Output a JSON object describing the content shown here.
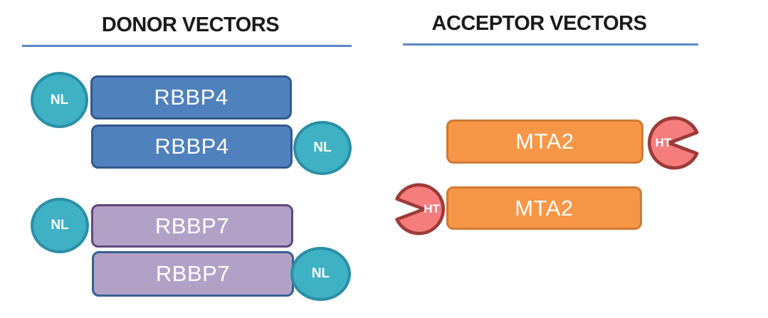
{
  "donor": {
    "title": "DONOR VECTORS",
    "constructs": [
      {
        "gene": "RBBP4",
        "tag": "NL",
        "tag_position": "left"
      },
      {
        "gene": "RBBP4",
        "tag": "NL",
        "tag_position": "right"
      },
      {
        "gene": "RBBP7",
        "tag": "NL",
        "tag_position": "left"
      },
      {
        "gene": "RBBP7",
        "tag": "NL",
        "tag_position": "right"
      }
    ]
  },
  "acceptor": {
    "title": "ACCEPTOR VECTORS",
    "constructs": [
      {
        "gene": "MTA2",
        "tag": "HT",
        "tag_position": "right"
      },
      {
        "gene": "MTA2",
        "tag": "HT",
        "tag_position": "left"
      }
    ]
  },
  "colors": {
    "header_text": "#1a1a1a",
    "header_underline": "#5b87c7",
    "rbbp4_box_fill": "#4f81bd",
    "rbbp4_box_border": "#36598c",
    "rbbp7_box_fill": "#b2a1c7",
    "rbbp7_box_border_variant1": "#5f497a",
    "rbbp7_box_border_variant2": "#376092",
    "mta2_box_fill": "#f79646",
    "mta2_box_border": "#cf7b33",
    "nl_circle_fill": "#3fb1c4",
    "nl_circle_border": "#2b8fa5",
    "ht_pacman_fill": "#f57d7d",
    "ht_pacman_border": "#9c3a38",
    "label_text": "#ffffff"
  }
}
